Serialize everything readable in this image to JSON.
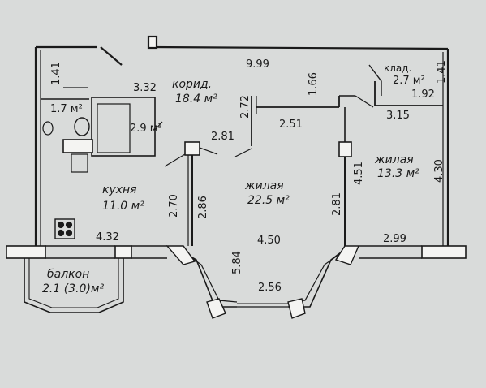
{
  "rooms": {
    "corridor_name": "корид.",
    "corridor_area": "18.4 м²",
    "storage_name": "клад.",
    "storage_area": "2.7 м²",
    "wc_area": "1.7 м²",
    "bath_area": "2.9 м²",
    "living1_name": "жилая",
    "living1_area": "22.5 м²",
    "living2_name": "жилая",
    "living2_area": "13.3 м²",
    "kitchen_name": "кухня",
    "kitchen_area": "11.0 м²",
    "balcony_name": "балкон",
    "balcony_area": "2.1 (3.0)м²"
  },
  "dimensions": {
    "d_9_99": "9.99",
    "d_1_41_left": "1.41",
    "d_1_41_right": "1.41",
    "d_3_32": "3.32",
    "d_1_66": "1.66",
    "d_1_92": "1.92",
    "d_2_72": "2.72",
    "d_3_15": "3.15",
    "d_2_81_top": "2.81",
    "d_2_51": "2.51",
    "d_4_51": "4.51",
    "d_4_30": "4.30",
    "d_2_70": "2.70",
    "d_2_86": "2.86",
    "d_2_81_right": "2.81",
    "d_4_32": "4.32",
    "d_5_84": "5.84",
    "d_4_50": "4.50",
    "d_2_99": "2.99",
    "d_2_56": "2.56"
  }
}
